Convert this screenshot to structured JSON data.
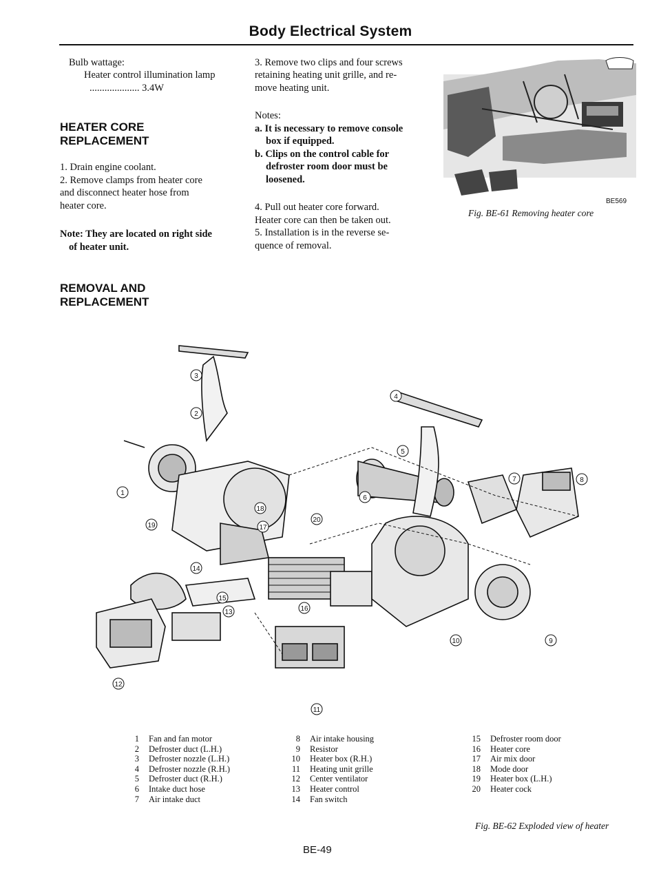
{
  "header": {
    "title": "Body Electrical System"
  },
  "col1": {
    "bulb_title": "Bulb wattage:",
    "bulb_line": "Heater control illumination lamp",
    "bulb_value": ".................... 3.4W",
    "heading1_a": "HEATER CORE",
    "heading1_b": "REPLACEMENT",
    "step1": "1.   Drain engine coolant.",
    "step2_a": "2.   Remove clamps from heater core",
    "step2_b": "and disconnect heater hose from",
    "step2_c": "heater core.",
    "note_a": "Note: They are located on right side",
    "note_b": "of heater unit.",
    "heading2_a": "REMOVAL AND",
    "heading2_b": "REPLACEMENT"
  },
  "col2": {
    "step3_a": "3.   Remove two clips and four screws",
    "step3_b": "retaining heating unit grille, and re-",
    "step3_c": "move heating unit.",
    "notes_title": "Notes:",
    "note_a1": "a. It is necessary to remove console",
    "note_a2": "box if equipped.",
    "note_b1": "b. Clips on the control cable for",
    "note_b2": "defroster room door must be",
    "note_b3": "loosened.",
    "step4_a": "4.   Pull out heater core forward.",
    "step4_b": "Heater core can then be taken out.",
    "step5_a": "5.   Installation is in the reverse se-",
    "step5_b": "quence of removal."
  },
  "fig61": {
    "code": "BE569",
    "caption": "Fig. BE-61 Removing heater core"
  },
  "fig62": {
    "caption": "Fig. BE-62 Exploded view of heater"
  },
  "callouts": [
    "1",
    "2",
    "3",
    "4",
    "5",
    "6",
    "7",
    "8",
    "9",
    "10",
    "11",
    "12",
    "13",
    "14",
    "15",
    "16",
    "17",
    "18",
    "19",
    "20"
  ],
  "legend": [
    {
      "n": "1",
      "t": "Fan and fan motor"
    },
    {
      "n": "2",
      "t": "Defroster duct (L.H.)"
    },
    {
      "n": "3",
      "t": "Defroster nozzle (L.H.)"
    },
    {
      "n": "4",
      "t": "Defroster nozzle (R.H.)"
    },
    {
      "n": "5",
      "t": "Defroster duct (R.H.)"
    },
    {
      "n": "6",
      "t": "Intake duct hose"
    },
    {
      "n": "7",
      "t": "Air intake duct"
    },
    {
      "n": "8",
      "t": "Air intake housing"
    },
    {
      "n": "9",
      "t": "Resistor"
    },
    {
      "n": "10",
      "t": "Heater box (R.H.)"
    },
    {
      "n": "11",
      "t": "Heating unit grille"
    },
    {
      "n": "12",
      "t": "Center ventilator"
    },
    {
      "n": "13",
      "t": "Heater control"
    },
    {
      "n": "14",
      "t": "Fan switch"
    },
    {
      "n": "15",
      "t": "Defroster room door"
    },
    {
      "n": "16",
      "t": "Heater core"
    },
    {
      "n": "17",
      "t": "Air mix door"
    },
    {
      "n": "18",
      "t": "Mode door"
    },
    {
      "n": "19",
      "t": "Heater box (L.H.)"
    },
    {
      "n": "20",
      "t": "Heater cock"
    }
  ],
  "footer": {
    "page": "BE-49"
  }
}
